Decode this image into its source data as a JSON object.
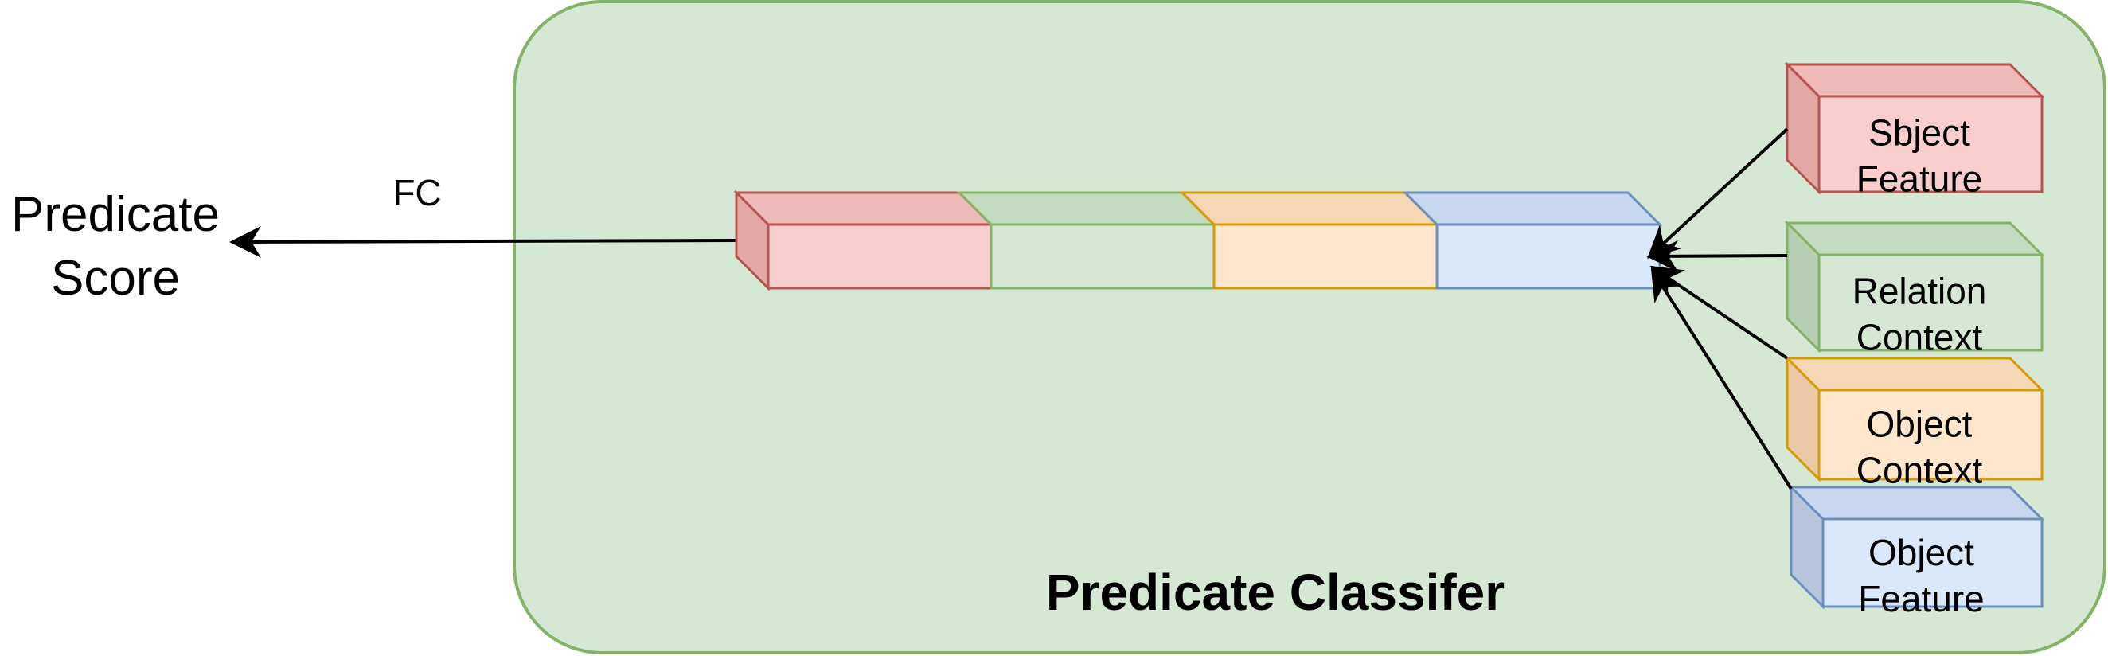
{
  "container": {
    "title": "Predicate Classifer",
    "fill": "#d5e8d4",
    "stroke": "#82b366"
  },
  "output": {
    "label_line1": "Predicate",
    "label_line2": "Score",
    "edge_label": "FC"
  },
  "features": [
    {
      "line1": "Sbject",
      "line2": "Feature",
      "fill": "#f8cecc",
      "stroke": "#b85450",
      "side": "#e3a8a6",
      "top": "#eebbb9"
    },
    {
      "line1": "Relation",
      "line2": "Context",
      "fill": "#d5e8d4",
      "stroke": "#82b366",
      "side": "#b6cfb3",
      "top": "#c3dcc0"
    },
    {
      "line1": "Object",
      "line2": "Context",
      "fill": "#ffe6cc",
      "stroke": "#d79b00",
      "side": "#ecc9a6",
      "top": "#f6d7b4"
    },
    {
      "line1": "Object",
      "line2": "Feature",
      "fill": "#dae8fc",
      "stroke": "#6c8ebf",
      "side": "#b7c6de",
      "top": "#c7d7ef"
    }
  ]
}
